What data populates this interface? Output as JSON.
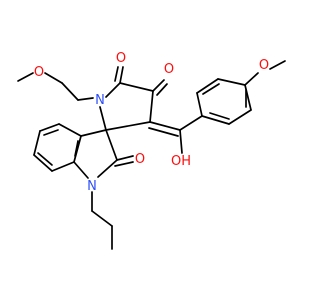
{
  "colors": {
    "bond": "#000000",
    "oxygen": "#ff0d0d",
    "nitrogen": "#3050f8"
  },
  "atoms": {
    "o_methoxyethyl": "O",
    "o_c5": "O",
    "o_c4": "O",
    "o_aryl_methoxy": "O",
    "n_pyrrolidine": "N",
    "oh": "OH",
    "o_indole": "O",
    "n_indole": "N"
  }
}
